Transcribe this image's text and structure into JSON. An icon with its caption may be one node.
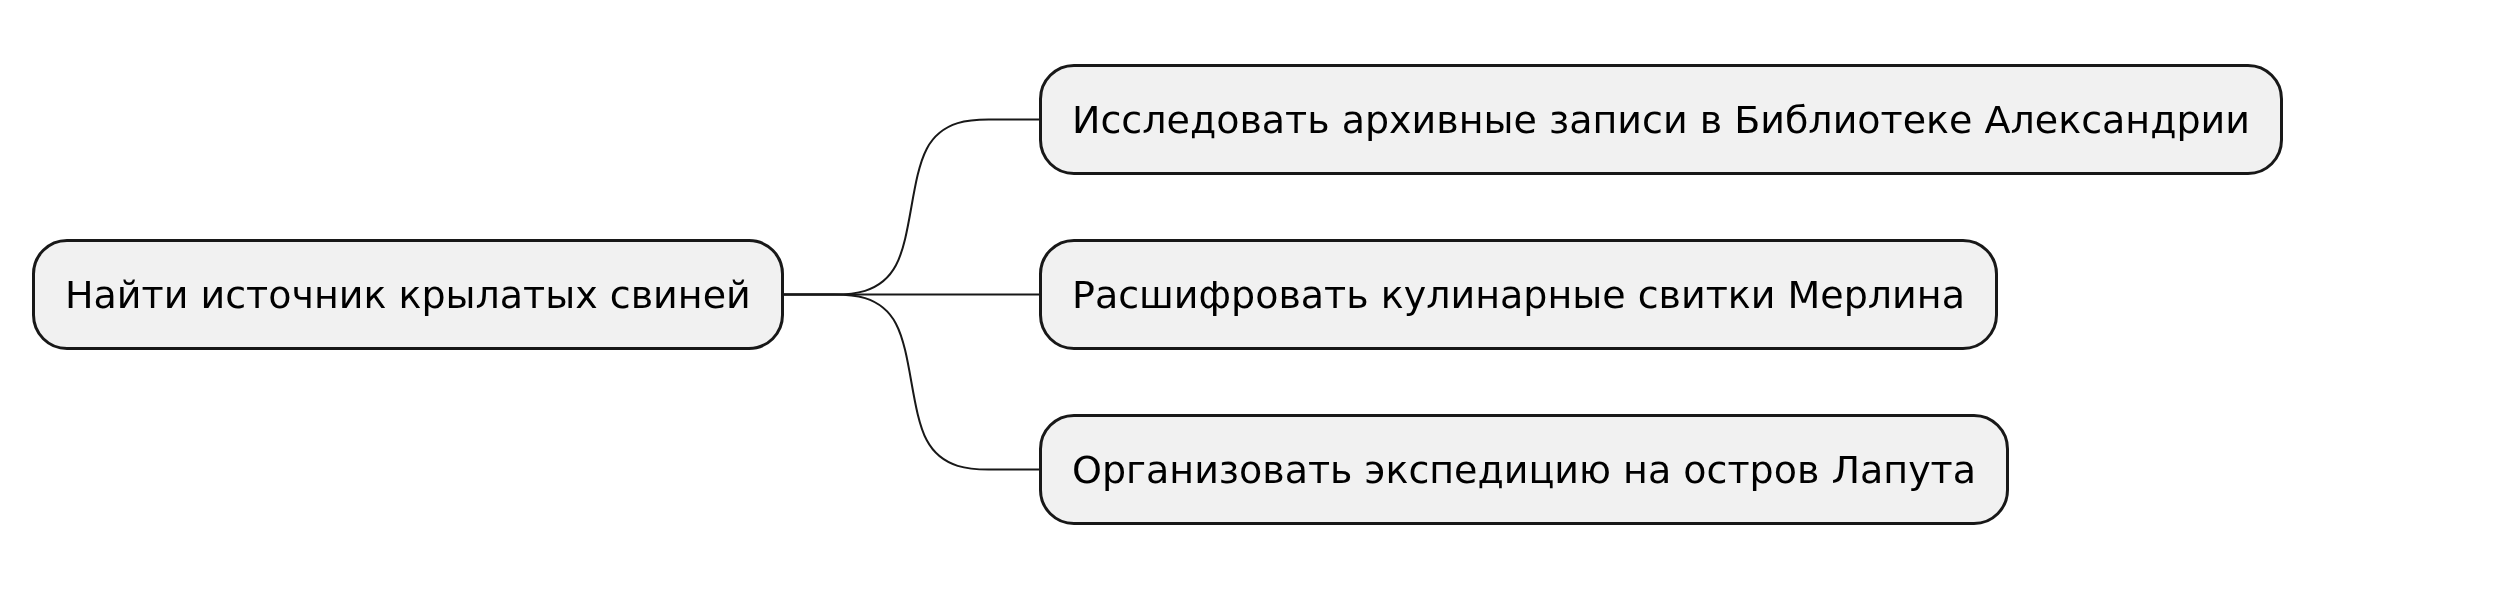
{
  "diagram": {
    "nodes": [
      {
        "text": [
          "Найти источник крылатых свиней"
        ]
      },
      {
        "text": [
          "Исследовать архивные записи в Библиотеке Александрии"
        ]
      },
      {
        "text": [
          "Расшифровать кулинарные свитки Мерлина"
        ]
      },
      {
        "text": [
          "Организовать экспедицию на остров Лапута"
        ]
      }
    ],
    "edges": [
      {
        "from": 0,
        "to": 1,
        "arrow": "none"
      },
      {
        "from": 0,
        "to": 2,
        "arrow": "none"
      },
      {
        "from": 0,
        "to": 3,
        "arrow": "none"
      }
    ]
  }
}
